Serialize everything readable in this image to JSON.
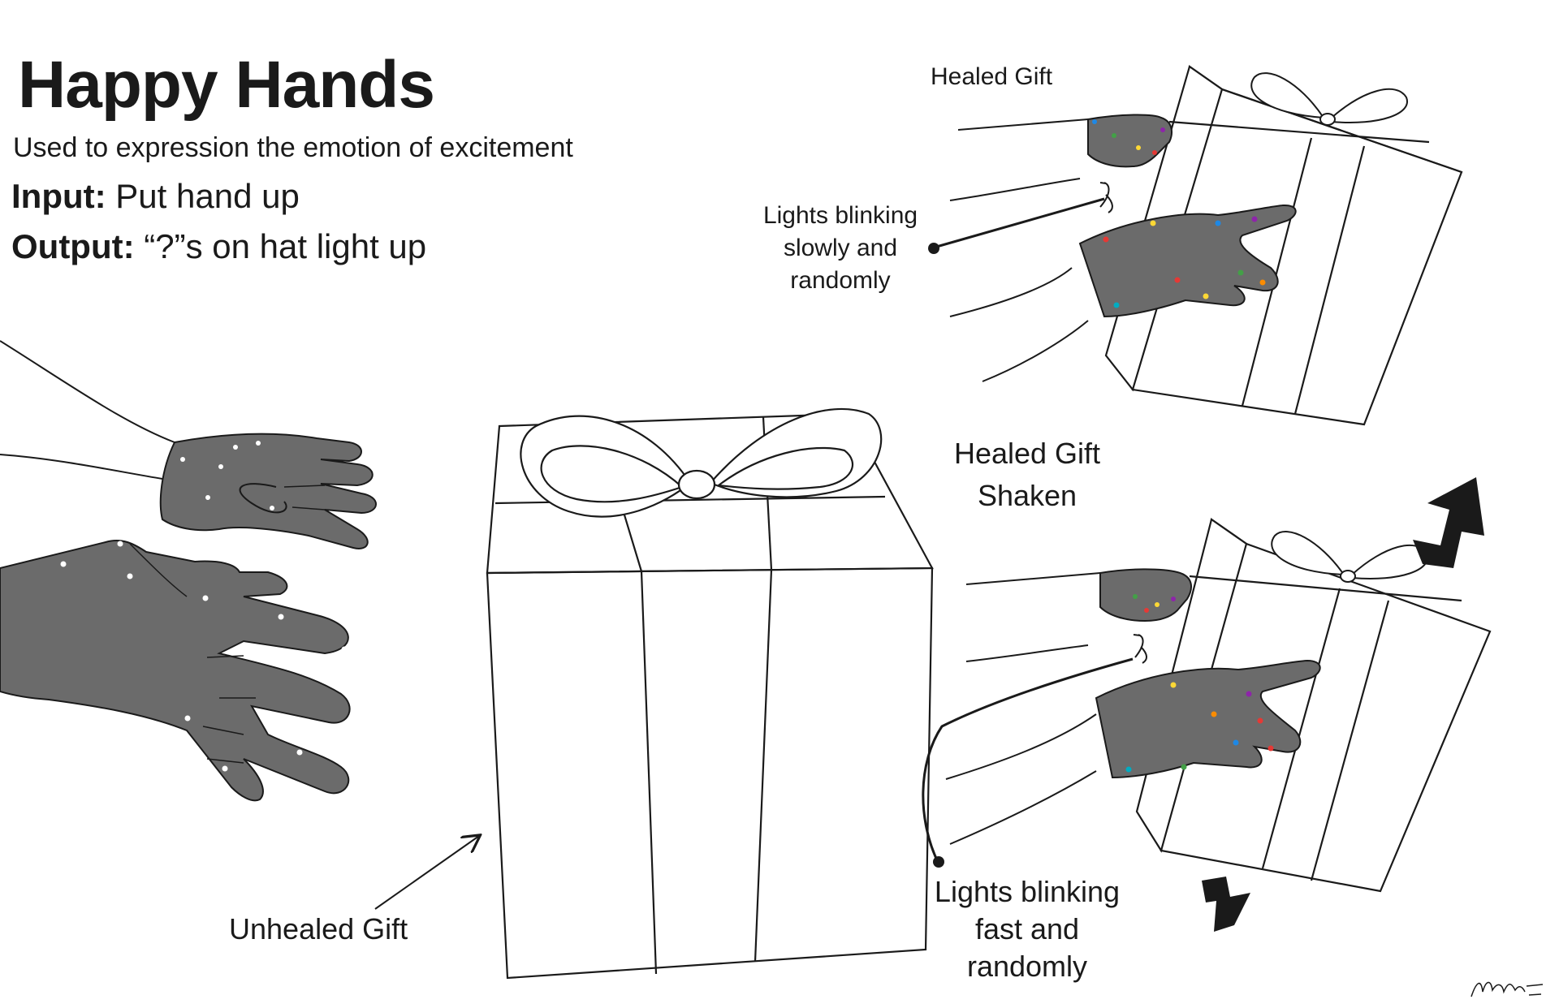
{
  "header": {
    "title": "Happy Hands",
    "subtitle": "Used to expression the emotion of excitement",
    "input_label": "Input:",
    "input_text": "Put hand up",
    "output_label": "Output:",
    "output_text": "“?”s on hat light up"
  },
  "labels": {
    "healed_gift_top": "Healed Gift",
    "lights_slow": [
      "Lights blinking",
      "slowly and",
      "randomly"
    ],
    "healed_gift_shaken": [
      "Healed Gift",
      "Shaken"
    ],
    "lights_fast": [
      "Lights blinking",
      "fast and",
      "randomly"
    ],
    "unhealed_gift": "Unhealed Gift"
  },
  "colors": {
    "hand_fill": "#6b6b6b",
    "line": "#1a1a1a",
    "light_white": "#ffffff",
    "lights_colored": [
      "#e53935",
      "#1e88e5",
      "#43a047",
      "#fdd835",
      "#8e24aa",
      "#fb8c00",
      "#00acc1"
    ]
  },
  "icons": [
    "hand-icon",
    "gift-box-icon",
    "bow-icon",
    "arrow-up-icon",
    "arrow-down-icon",
    "signature-icon"
  ]
}
